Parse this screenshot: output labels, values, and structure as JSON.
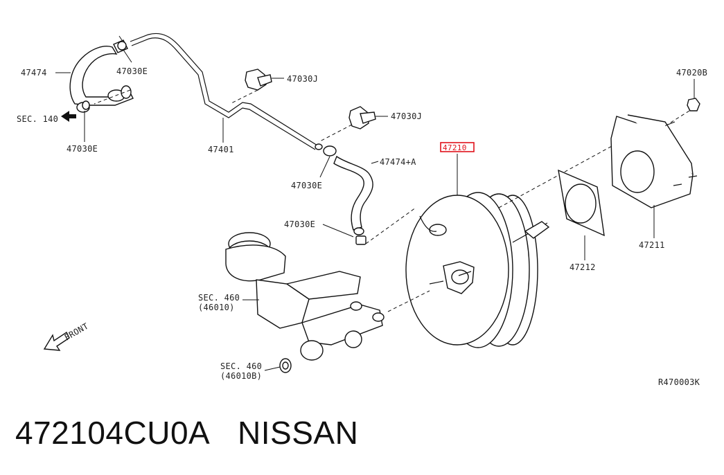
{
  "labels": {
    "hose_left": "47474",
    "clamp_top": "47030E",
    "sec140": "SEC. 140",
    "clamp_left": "47030E",
    "tube": "47401",
    "bracket_upper": "47030J",
    "bracket_lower": "47030J",
    "hose_mid": "47474+A",
    "clamp_mid": "47030E",
    "clamp_valve": "47030E",
    "booster": "47210",
    "nut": "47020B",
    "gasket": "47212",
    "spacer": "47211",
    "sec460_a_line1": "SEC. 460",
    "sec460_a_line2": "(46010)",
    "sec460_b_line1": "SEC. 460",
    "sec460_b_line2": "(46010B)",
    "front": "FRONT",
    "ref_code": "R470003K"
  },
  "caption": {
    "part_number": "472104CU0A",
    "brand": "NISSAN"
  },
  "colors": {
    "highlight": "#e0101a",
    "line": "#111111"
  }
}
